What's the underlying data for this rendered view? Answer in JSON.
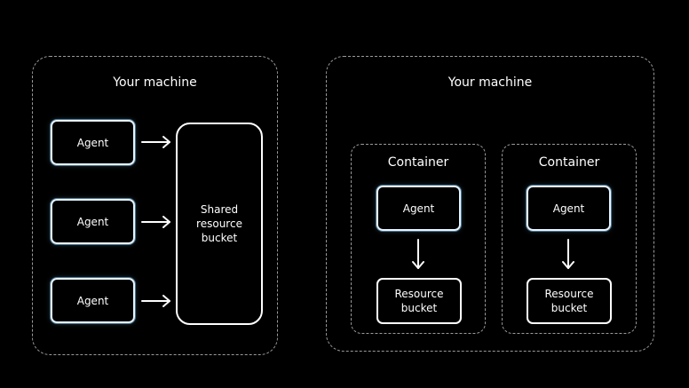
{
  "colors": {
    "background": "#000000",
    "dashed_border": "#9a9a9a",
    "agent_glow": "#78bee6",
    "text": "#ffffff"
  },
  "left": {
    "title": "Your machine",
    "agents": [
      "Agent",
      "Agent",
      "Agent"
    ],
    "shared_bucket": "Shared\nresource\nbucket"
  },
  "right": {
    "title": "Your machine",
    "containers": [
      {
        "title": "Container",
        "agent": "Agent",
        "bucket": "Resource\nbucket"
      },
      {
        "title": "Container",
        "agent": "Agent",
        "bucket": "Resource\nbucket"
      }
    ]
  }
}
